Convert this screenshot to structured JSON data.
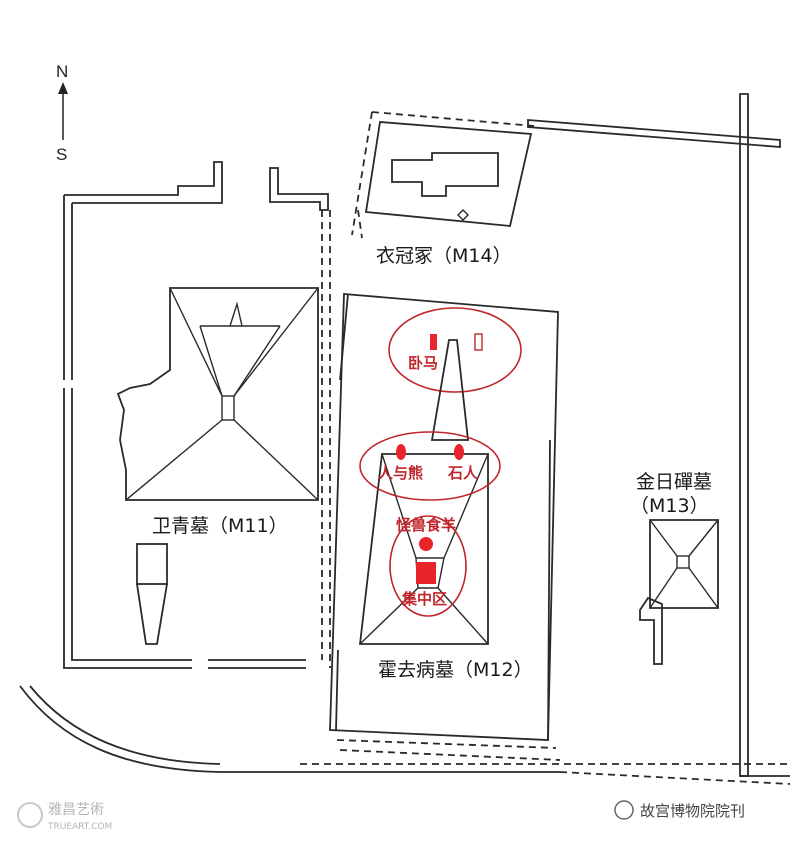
{
  "compass": {
    "north": "N",
    "south": "S"
  },
  "tombs": {
    "m14": "衣冠冢（M14）",
    "m11": "卫青墓（M11）",
    "m12": "霍去病墓（M12）",
    "m13_line1": "金日磾墓",
    "m13_line2": "（M13）"
  },
  "features": {
    "horse": "卧马",
    "man_bear": "人与熊",
    "stone_man": "石人",
    "beast_sheep": "怪兽食羊",
    "cluster": "集中区"
  },
  "watermarks": {
    "left_cn": "雅昌艺術",
    "left_en": "TRUEART.COM",
    "right": "故宫博物院院刊"
  },
  "colors": {
    "line": "#2a2a2a",
    "accent_red": "#c0272d",
    "marker_red": "#e8242c"
  }
}
